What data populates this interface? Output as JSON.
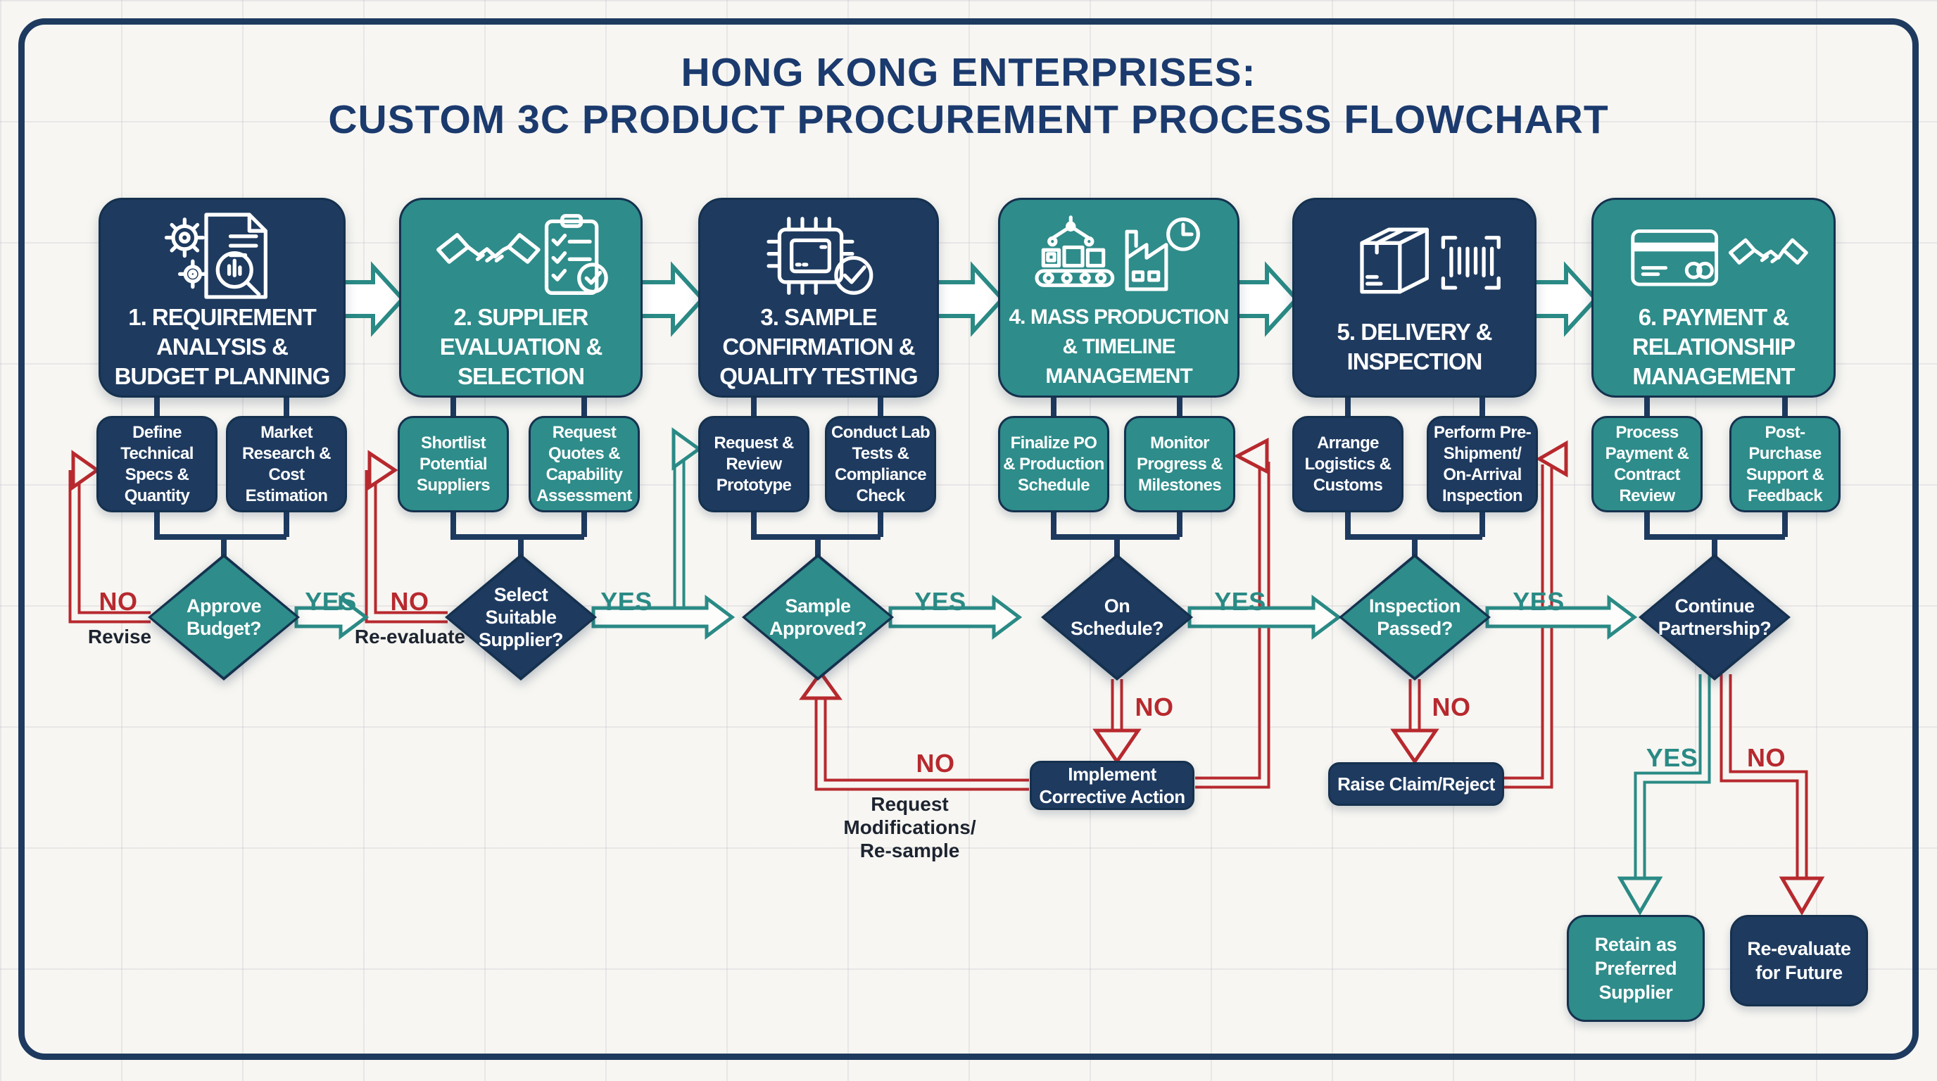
{
  "title": {
    "line1": "HONG KONG ENTERPRISES:",
    "line2": "CUSTOM 3C PRODUCT PROCUREMENT PROCESS FLOWCHART"
  },
  "colors": {
    "navy": "#1e3a5f",
    "teal": "#2e8c8a",
    "red": "#b7292e",
    "title_navy": "#1b3a6e",
    "paper": "#f7f6f2",
    "note_dark": "#1d2430"
  },
  "stages": [
    {
      "title": "1. REQUIREMENT\nANALYSIS &\nBUDGET PLANNING",
      "icon": "document-gears-magnifier-icon",
      "substeps": [
        "Define\nTechnical\nSpecs &\nQuantity",
        "Market\nResearch &\nCost\nEstimation"
      ]
    },
    {
      "title": "2. SUPPLIER\nEVALUATION &\nSELECTION",
      "icon": "handshake-checklist-icon",
      "substeps": [
        "Shortlist\nPotential\nSuppliers",
        "Request\nQuotes &\nCapability\nAssessment"
      ]
    },
    {
      "title": "3. SAMPLE\nCONFIRMATION &\nQUALITY TESTING",
      "icon": "chip-check-icon",
      "substeps": [
        "Request &\nReview\nPrototype",
        "Conduct Lab\nTests &\nCompliance\nCheck"
      ]
    },
    {
      "title": "4. MASS PRODUCTION\n& TIMELINE\nMANAGEMENT",
      "icon": "conveyor-factory-clock-icon",
      "substeps": [
        "Finalize PO\n& Production\nSchedule",
        "Monitor\nProgress &\nMilestones"
      ]
    },
    {
      "title": "5. DELIVERY &\nINSPECTION",
      "icon": "package-barcode-icon",
      "substeps": [
        "Arrange\nLogistics &\nCustoms",
        "Perform Pre-\nShipment/\nOn-Arrival\nInspection"
      ]
    },
    {
      "title": "6. PAYMENT &\nRELATIONSHIP\nMANAGEMENT",
      "icon": "creditcard-handshake-icon",
      "substeps": [
        "Process\nPayment &\nContract\nReview",
        "Post-\nPurchase\nSupport &\nFeedback"
      ]
    }
  ],
  "decisions": [
    {
      "label": "Approve\nBudget?",
      "yes": "YES",
      "no": "NO",
      "no_note": "Revise"
    },
    {
      "label": "Select\nSuitable\nSupplier?",
      "yes": "YES",
      "no": "NO",
      "no_note": "Re-evaluate"
    },
    {
      "label": "Sample\nApproved?",
      "yes": "YES",
      "no": "NO",
      "no_note": "Request\nModifications/\nRe-sample"
    },
    {
      "label": "On\nSchedule?",
      "yes": "YES",
      "no": "NO"
    },
    {
      "label": "Inspection\nPassed?",
      "yes": "YES",
      "no": "NO"
    },
    {
      "label": "Continue\nPartnership?",
      "yes": "YES",
      "no": "NO"
    }
  ],
  "loopboxes": [
    {
      "label": "Implement\nCorrective Action"
    },
    {
      "label": "Raise Claim/Reject"
    }
  ],
  "outcomes": [
    {
      "label": "Retain as\nPreferred\nSupplier"
    },
    {
      "label": "Re-evaluate\nfor Future"
    }
  ]
}
